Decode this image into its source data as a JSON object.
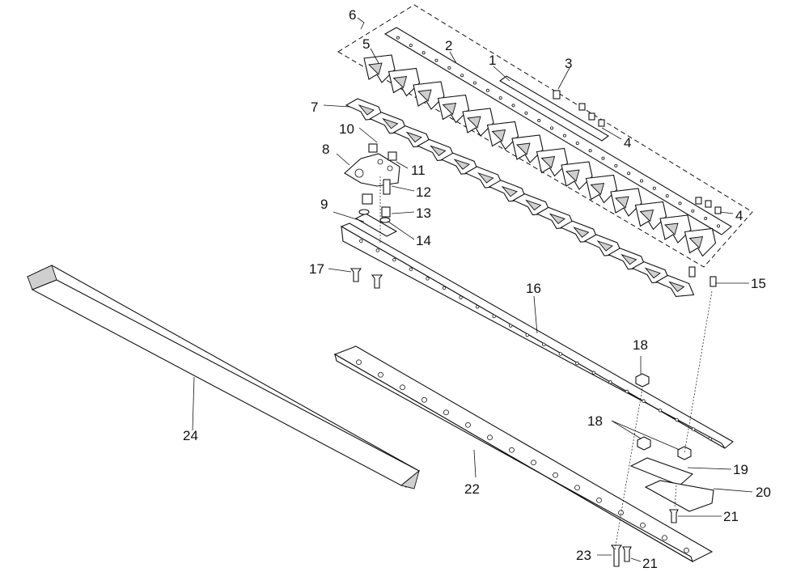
{
  "labels": {
    "p1": "1",
    "p2": "2",
    "p3": "3",
    "p4a": "4",
    "p4b": "4",
    "p5": "5",
    "p6": "6",
    "p7": "7",
    "p8": "8",
    "p9": "9",
    "p10": "10",
    "p11": "11",
    "p12": "12",
    "p13": "13",
    "p14": "14",
    "p15": "15",
    "p16": "16",
    "p17": "17",
    "p18a": "18",
    "p18b": "18",
    "p19": "19",
    "p20": "20",
    "p21a": "21",
    "p21b": "21",
    "p22": "22",
    "p23": "23",
    "p24": "24"
  },
  "sections": 14
}
